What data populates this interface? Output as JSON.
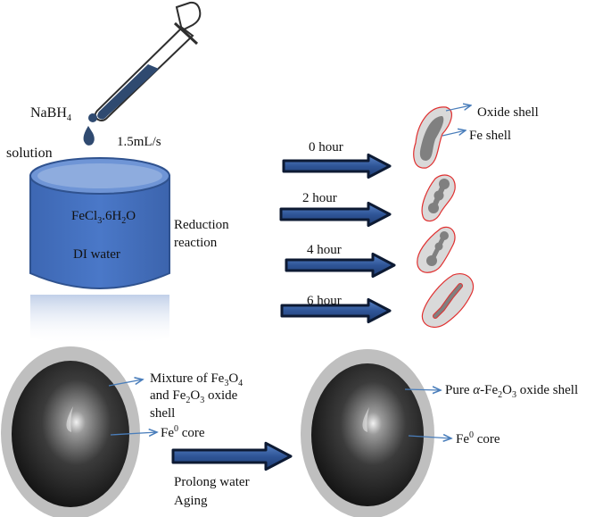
{
  "reagent": {
    "name_base": "NaBH",
    "name_sub": "4",
    "name_rest": "solution",
    "rate": "1.5mL/s"
  },
  "beaker": {
    "salt_a": "FeCl",
    "salt_a_sub": "3",
    "salt_b": ".6H",
    "salt_b_sub": "2",
    "salt_c": "O",
    "solvent": "DI water"
  },
  "reaction": {
    "line1": "Reduction",
    "line2": "reaction"
  },
  "timepoints": [
    {
      "label": "0 hour"
    },
    {
      "label": "2 hour"
    },
    {
      "label": "4 hour"
    },
    {
      "label": "6 hour"
    }
  ],
  "particle_labels": {
    "oxide_shell": "Oxide shell",
    "fe_shell": "Fe shell"
  },
  "left_sphere": {
    "line1_a": "Mixture of Fe",
    "line1_sub1": "3",
    "line1_b": "O",
    "line1_sub2": "4",
    "line2_a": "and Fe",
    "line2_sub1": "2",
    "line2_b": "O",
    "line2_sub2": "3",
    "line2_c": " oxide",
    "line3": "shell",
    "core_a": "Fe",
    "core_sup": "0",
    "core_b": " core"
  },
  "aging": {
    "line1": "Prolong water",
    "line2": "Aging"
  },
  "right_sphere": {
    "shell_a": "Pure ",
    "shell_alpha": "α",
    "shell_b": "-Fe",
    "shell_sub1": "2",
    "shell_c": "O",
    "shell_sub2": "3",
    "shell_d": " oxide shell",
    "core_a": "Fe",
    "core_sup": "0",
    "core_b": " core"
  },
  "colors": {
    "beaker": "#4472c4",
    "beaker_top": "#6f95d6",
    "arrow_fill": "#2f5597",
    "arrow_stroke": "#0d1a33",
    "pointer": "#4a7ebb",
    "oxide_shell": "#d9d9d9",
    "oxide_edge": "#e03030",
    "fe_core": "#7f7f7f",
    "sphere_shell": "#bfbfbf"
  }
}
